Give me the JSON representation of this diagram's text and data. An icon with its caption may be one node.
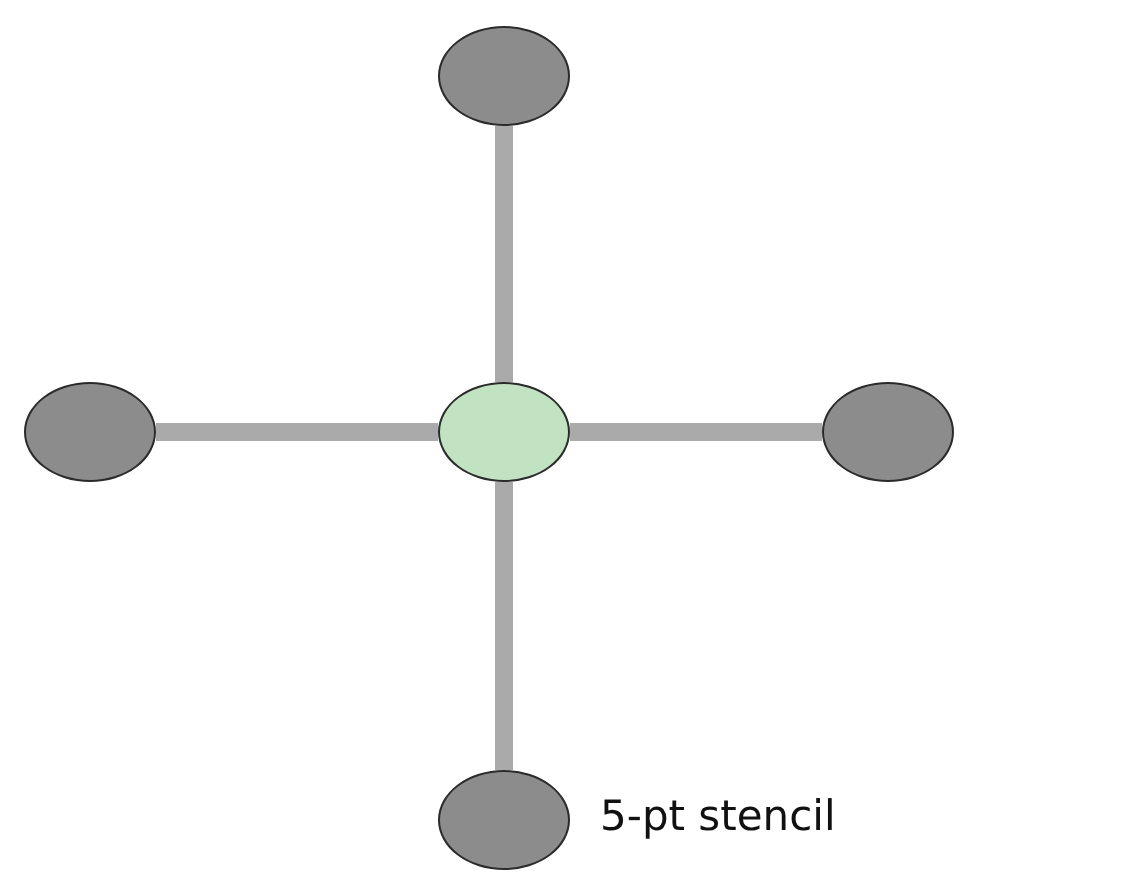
{
  "diagram": {
    "nodes": [
      {
        "text": [],
        "shape": "circle"
      },
      {
        "text": [],
        "shape": "circle"
      },
      {
        "text": [],
        "shape": "circle"
      },
      {
        "text": [],
        "shape": "circle"
      },
      {
        "text": [],
        "shape": "circle"
      }
    ],
    "edges": [
      {
        "from": 0,
        "to": 2,
        "arrow": "none"
      },
      {
        "from": 1,
        "to": 2,
        "arrow": "none"
      },
      {
        "from": 2,
        "to": 3,
        "arrow": "none"
      },
      {
        "from": 2,
        "to": 4,
        "arrow": "none"
      }
    ],
    "labels": [
      "5-pt stencil"
    ]
  }
}
